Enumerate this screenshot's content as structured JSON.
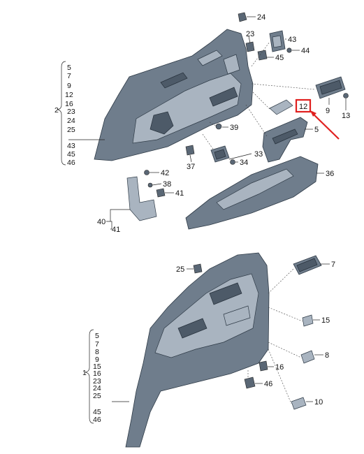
{
  "callouts": [
    {
      "id": "c24a",
      "text": "24"
    },
    {
      "id": "c23a",
      "text": "23"
    },
    {
      "id": "c43a",
      "text": "43"
    },
    {
      "id": "c44a",
      "text": "44"
    },
    {
      "id": "c45a",
      "text": "45"
    },
    {
      "id": "c9a",
      "text": "9"
    },
    {
      "id": "c13a",
      "text": "13"
    },
    {
      "id": "c12a",
      "text": "12"
    },
    {
      "id": "c5a",
      "text": "5"
    },
    {
      "id": "c39a",
      "text": "39"
    },
    {
      "id": "c33a",
      "text": "33"
    },
    {
      "id": "c34a",
      "text": "34"
    },
    {
      "id": "c37a",
      "text": "37"
    },
    {
      "id": "c36a",
      "text": "36"
    },
    {
      "id": "c42a",
      "text": "42"
    },
    {
      "id": "c38a",
      "text": "38"
    },
    {
      "id": "c41a",
      "text": "41"
    },
    {
      "id": "c40a",
      "text": "40"
    },
    {
      "id": "c41b",
      "text": "41"
    },
    {
      "id": "c25b",
      "text": "25"
    },
    {
      "id": "c7b",
      "text": "7"
    },
    {
      "id": "c15b",
      "text": "15"
    },
    {
      "id": "c8b",
      "text": "8"
    },
    {
      "id": "c16b",
      "text": "16"
    },
    {
      "id": "c46b",
      "text": "46"
    },
    {
      "id": "c10b",
      "text": "10"
    }
  ],
  "group_top": {
    "number": "2",
    "items": [
      "5",
      "7",
      "9",
      "12",
      "16",
      "23",
      "24",
      "25",
      "43",
      "45",
      "46"
    ]
  },
  "group_bottom": {
    "number": "1",
    "items": [
      "5",
      "7",
      "8",
      "9",
      "15",
      "16",
      "23",
      "24",
      "25",
      "45",
      "46"
    ]
  },
  "highlight": {
    "label": "12",
    "color": "#e0201f"
  },
  "colors": {
    "line": "#222222",
    "part": "#6f7d8c",
    "highlight": "#e0201f"
  }
}
